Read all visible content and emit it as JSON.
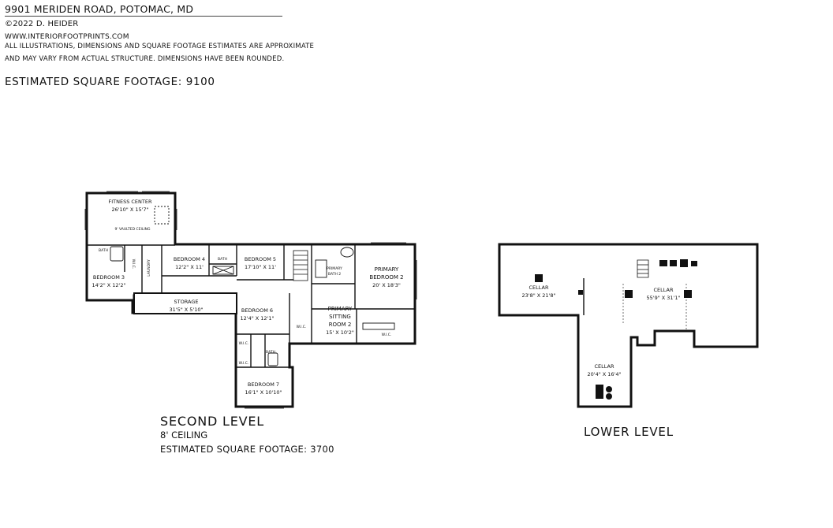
{
  "header": {
    "address": "9901 MERIDEN ROAD, POTOMAC, MD",
    "copyright": "©2022 D. HEIDER",
    "website": "WWW.INTERIORFOOTPRINTS.COM",
    "disclaimer_line1": "ALL ILLUSTRATIONS, DIMENSIONS AND SQUARE FOOTAGE ESTIMATES ARE APPROXIMATE",
    "disclaimer_line2": "AND MAY VARY FROM ACTUAL STRUCTURE. DIMENSIONS HAVE BEEN ROUNDED.",
    "total_sqft": "ESTIMATED SQUARE FOOTAGE: 9100"
  },
  "second_level": {
    "title": "SECOND LEVEL",
    "ceiling": "8' CEILING",
    "sqft": "ESTIMATED SQUARE FOOTAGE: 3700",
    "rooms": {
      "fitness_name": "FITNESS CENTER",
      "fitness_dim": "26'10\" X 15'7\"",
      "fitness_note": "9' VAULTED CEILING",
      "bed3_name": "BEDROOM 3",
      "bed3_dim": "14'2\" X 12'2\"",
      "bath_a": "BATH",
      "wic_a": "W.I.C.",
      "laundry": "LAUNDRY",
      "bed4_name": "BEDROOM 4",
      "bed4_dim": "12'2\" X 11'",
      "bath_b": "BATH",
      "bed5_name": "BEDROOM 5",
      "bed5_dim": "17'10\" X 11'",
      "primary_bath_1": "PRIMARY",
      "primary_bath_2": "BATH 2",
      "primary_bed_1": "PRIMARY",
      "primary_bed_2": "BEDROOM 2",
      "primary_bed_dim": "20' X 18'3\"",
      "storage_name": "STORAGE",
      "storage_dim": "31'5\" X 5'10\"",
      "sitting_1": "PRIMARY",
      "sitting_2": "SITTING",
      "sitting_3": "ROOM 2",
      "sitting_dim": "15' X 10'2\"",
      "wic_b": "W.I.C.",
      "wic_c": "W.I.C.",
      "bed6_name": "BEDROOM 6",
      "bed6_dim": "12'4\" X 12'1\"",
      "wic_d": "W.I.C.",
      "wic_e": "W.I.C.",
      "bath_c": "BATH",
      "bed7_name": "BEDROOM 7",
      "bed7_dim": "16'1\" X 10'10\""
    }
  },
  "lower_level": {
    "title": "LOWER LEVEL",
    "rooms": {
      "cellar1_name": "CELLAR",
      "cellar1_dim": "23'8\" X 21'8\"",
      "cellar2_name": "CELLAR",
      "cellar2_dim": "55'9\" X 31'1\"",
      "cellar3_name": "CELLAR",
      "cellar3_dim": "20'4\" X 16'4\""
    }
  }
}
